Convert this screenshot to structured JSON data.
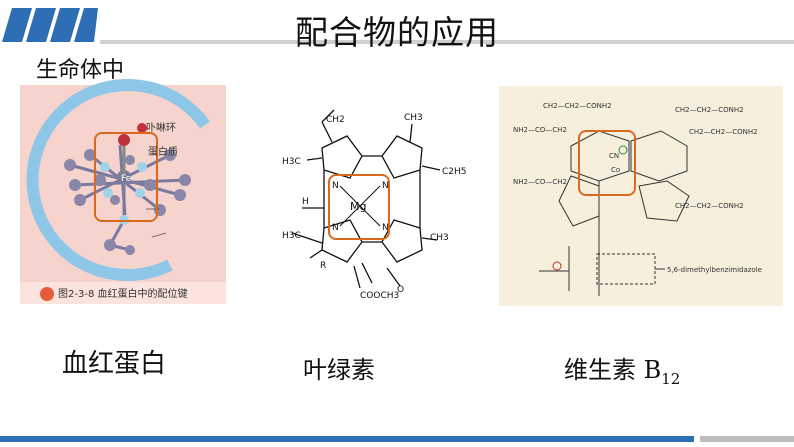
{
  "title": "配合物的应用",
  "section_label": "生命体中",
  "hemoglobin": {
    "fig_label": "图2-3-8   血红蛋白中的配位键",
    "ring_label": "卟啉环",
    "protein_label": "蛋白质",
    "metal": "Fe",
    "caption": "血红蛋白"
  },
  "chlorophyll": {
    "caption": "叶绿素",
    "metal": "Mg",
    "n_label": "N",
    "groups": {
      "vinyl_top": "CH2",
      "ch3": "CH3",
      "h3c": "H3C",
      "c2h5": "C2H5",
      "h": "H",
      "r": "R",
      "cooch3": "COOCH3",
      "o": "O"
    }
  },
  "b12": {
    "caption_main": "维生素 B",
    "caption_sub": "12",
    "metal": "Co",
    "cn": "CN",
    "side_label": "5,6-dimethylbenzimidazole",
    "conh2": "CONH2",
    "nh2co": "NH2CO",
    "ch2ch2conh2": "CH2—CH2—CONH2",
    "nh2co_ch2": "NH2—CO—CH2"
  },
  "colors": {
    "accent": "#d9691f",
    "header_blue": "#2e6eb5",
    "hb_bg": "#f6d3cd",
    "b12_bg": "#f6efdc"
  }
}
